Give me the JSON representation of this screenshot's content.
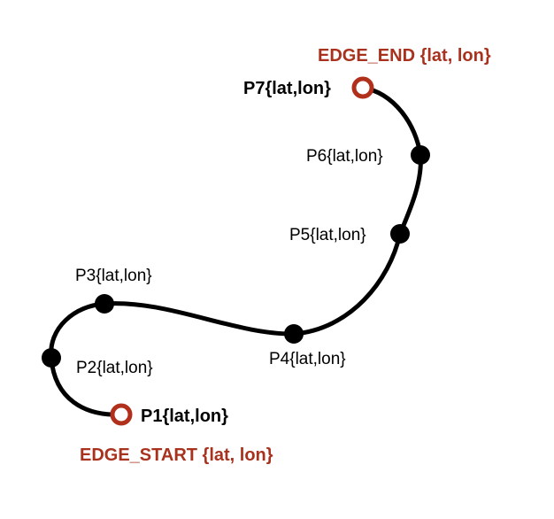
{
  "colors": {
    "background": "#ffffff",
    "curve": "#000000",
    "intermediate_point": "#000000",
    "endpoint_ring": "#b0301c",
    "edge_label": "#a8321e",
    "point_label": "#000000"
  },
  "edge": {
    "start_label": "EDGE_START {lat, lon}",
    "end_label": "EDGE_END {lat, lon}"
  },
  "points": [
    {
      "id": "p1",
      "label": "P1{lat,lon}",
      "kind": "endpoint"
    },
    {
      "id": "p2",
      "label": "P2{lat,lon}",
      "kind": "intermediate"
    },
    {
      "id": "p3",
      "label": "P3{lat,lon}",
      "kind": "intermediate"
    },
    {
      "id": "p4",
      "label": "P4{lat,lon}",
      "kind": "intermediate"
    },
    {
      "id": "p5",
      "label": "P5{lat,lon}",
      "kind": "intermediate"
    },
    {
      "id": "p6",
      "label": "P6{lat,lon}",
      "kind": "intermediate"
    },
    {
      "id": "p7",
      "label": "P7{lat,lon}",
      "kind": "endpoint"
    }
  ]
}
